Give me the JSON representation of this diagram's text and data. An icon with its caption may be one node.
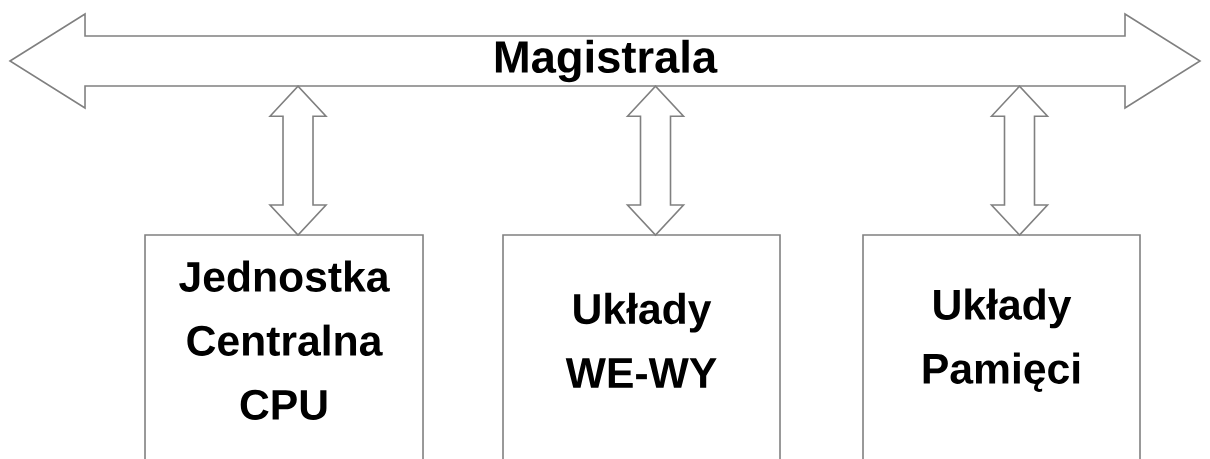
{
  "diagram": {
    "nodes": [
      {
        "text": [
          "Magistrala"
        ]
      },
      {
        "text": [
          "Jednostka Centralna CPU"
        ]
      },
      {
        "text": [
          "Układy WE-WY"
        ]
      },
      {
        "text": [
          "Układy Pamięci"
        ]
      }
    ],
    "edges": [
      {
        "from": 0,
        "to": 1,
        "arrow": "both"
      },
      {
        "from": 0,
        "to": 2,
        "arrow": "both"
      },
      {
        "from": 0,
        "to": 3,
        "arrow": "both"
      }
    ]
  }
}
